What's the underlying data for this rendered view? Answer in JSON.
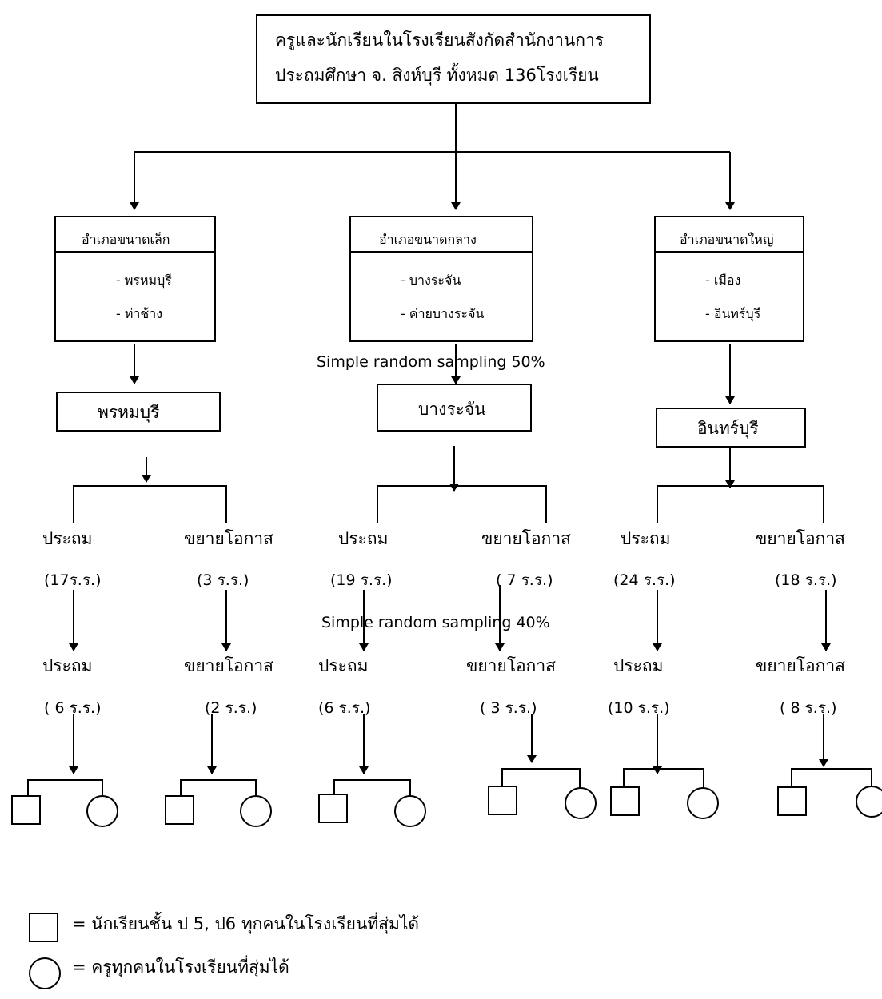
{
  "root": {
    "line1": "ครูและนักเรียนในโรงเรียนสังกัดสำนักงานการ",
    "line2": "ประถมศึกษา จ. สิงห์บุรี ทั้งหมด 136โรงเรียน"
  },
  "groups": [
    {
      "title": "อำเภอขนาดเล็ก",
      "items": [
        "- พรหมบุรี",
        "- ท่าช้าง"
      ],
      "selected": "พรหมบุรี"
    },
    {
      "title": "อำเภอขนาดกลาง",
      "items": [
        "- บางระจัน",
        "- ค่ายบางระจัน"
      ],
      "selected": "บางระจัน"
    },
    {
      "title": "อำเภอขนาดใหญ่",
      "items": [
        "- เมือง",
        "- อินทร์บุรี"
      ],
      "selected": "อินทร์บุรี"
    }
  ],
  "sampling_labels": {
    "district": "Simple random sampling 50%",
    "school": "Simple random sampling 40%"
  },
  "strata": [
    {
      "type": "ประถม",
      "total": "(17ร.ร.)",
      "sample_type": "ประถม",
      "sample": "( 6 ร.ร.)"
    },
    {
      "type": "ขยายโอกาส",
      "total": "(3 ร.ร.)",
      "sample_type": "ขยายโอกาส",
      "sample": "(2 ร.ร.)"
    },
    {
      "type": "ประถม",
      "total": "(19 ร.ร.)",
      "sample_type": "ประถม",
      "sample": "(6 ร.ร.)"
    },
    {
      "type": "ขยายโอกาส",
      "total": "( 7 ร.ร.)",
      "sample_type": "ขยายโอกาส",
      "sample": "( 3 ร.ร.)"
    },
    {
      "type": "ประถม",
      "total": "(24 ร.ร.)",
      "sample_type": "ประถม",
      "sample": "(10 ร.ร.)"
    },
    {
      "type": "ขยายโอกาส",
      "total": "(18 ร.ร.)",
      "sample_type": "ขยายโอกาส",
      "sample": "( 8 ร.ร.)"
    }
  ],
  "legend": {
    "square": "=  นักเรียนชั้น ป 5, ป6   ทุกคนในโรงเรียนที่สุ่มได้",
    "circle": "=  ครูทุกคนในโรงเรียนที่สุ่มได้"
  },
  "colors": {
    "line": "#000000",
    "background": "#ffffff"
  }
}
